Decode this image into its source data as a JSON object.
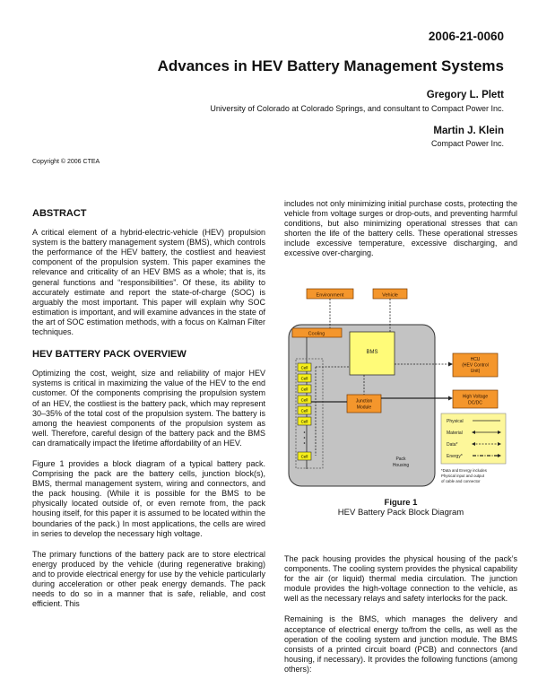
{
  "header": {
    "paper_id": "2006-21-0060",
    "title": "Advances in HEV Battery Management Systems",
    "authors": [
      {
        "name": "Gregory L. Plett",
        "affiliation": "University of Colorado at Colorado Springs, and consultant to Compact Power Inc."
      },
      {
        "name": "Martin J. Klein",
        "affiliation": "Compact Power Inc."
      }
    ],
    "copyright": "Copyright © 2006 CTEA"
  },
  "left_column": {
    "abstract_heading": "ABSTRACT",
    "abstract_text": "A critical element of a hybrid-electric-vehicle (HEV) propulsion system is the battery management system (BMS), which controls the performance of the HEV battery, the costliest and heaviest component of the propulsion system. This paper examines the relevance and criticality of an HEV BMS as a whole; that is, its general functions and “responsibilities”. Of these, its ability to accurately estimate and report the state-of-charge (SOC) is arguably the most important. This paper will explain why SOC estimation is important, and will examine advances in the state of the art of SOC estimation methods, with a focus on Kalman Filter techniques.",
    "overview_heading": "HEV BATTERY PACK OVERVIEW",
    "overview_p1": "Optimizing the cost, weight, size and reliability of major HEV systems is critical in maximizing the value of the HEV to the end customer. Of the components comprising the propulsion system of an HEV, the costliest is the battery pack, which may represent 30–35% of the total cost of the propulsion system. The battery is among the heaviest components of the propulsion system as well. Therefore, careful design of the battery pack and the BMS can dramatically impact the lifetime affordability of an HEV.",
    "overview_p2": "Figure 1 provides a block diagram of a typical battery pack. Comprising the pack are the battery cells, junction block(s), BMS, thermal management system, wiring and connectors, and the pack housing. (While it is possible for the BMS to be physically located outside of, or even remote from, the pack housing itself, for this paper it is assumed to be located within the boundaries of the pack.) In most applications, the cells are wired in series to develop the necessary high voltage.",
    "overview_p3": "The primary functions of the battery pack are to store electrical energy produced by the vehicle (during regenerative braking) and to provide electrical energy for use by the vehicle particularly during acceleration or other peak energy demands. The pack needs to do so in a manner that is safe, reliable, and cost efficient. This"
  },
  "right_column": {
    "p1": "includes not only minimizing initial purchase costs, protecting the vehicle from voltage surges or drop-outs, and preventing harmful conditions, but also minimizing operational stresses that can shorten the life of the battery cells. These operational stresses include excessive temperature, excessive discharging, and excessive over-charging.",
    "p2": "The pack housing provides the physical housing of the pack’s components. The cooling system provides the physical capability for the air (or liquid) thermal media circulation. The junction module provides the high-voltage connection to the vehicle, as well as the necessary relays and safety interlocks for the pack.",
    "p3": "Remaining is the BMS, which manages the delivery and acceptance of electrical energy to/from the cells, as well as the operation of the cooling system and junction module. The BMS consists of a printed circuit board (PCB) and connectors (and housing, if necessary). It provides the following functions (among others):"
  },
  "figure": {
    "label": "Figure 1",
    "caption": "HEV Battery Pack Block Diagram",
    "boxes": {
      "environment": "Environment",
      "vehicle": "Vehicle",
      "cooling": "Cooling",
      "bms": "BMS",
      "hcu_1": "HCU",
      "hcu_2": "(HEV Control",
      "hcu_3": "Unit)",
      "junction_1": "Junction",
      "junction_2": "Module",
      "hv_1": "High Voltage",
      "hv_2": "DC/DC",
      "pack_1": "Pack",
      "pack_2": "Housing",
      "cell": "Cell"
    },
    "legend": [
      "Physical",
      "Material",
      "Data*",
      "Energy*"
    ],
    "footnote": [
      "*Data and Energy includes",
      "Physical input and output",
      "of cable and connector"
    ],
    "colors": {
      "orange": "#f4962c",
      "orange_dark": "#d86a12",
      "bms_yellow": "#fffb78",
      "cell_yellow": "#f5ee1a",
      "housing_gray": "#c3c3c3",
      "legend_bg": "#fdf79a"
    }
  }
}
